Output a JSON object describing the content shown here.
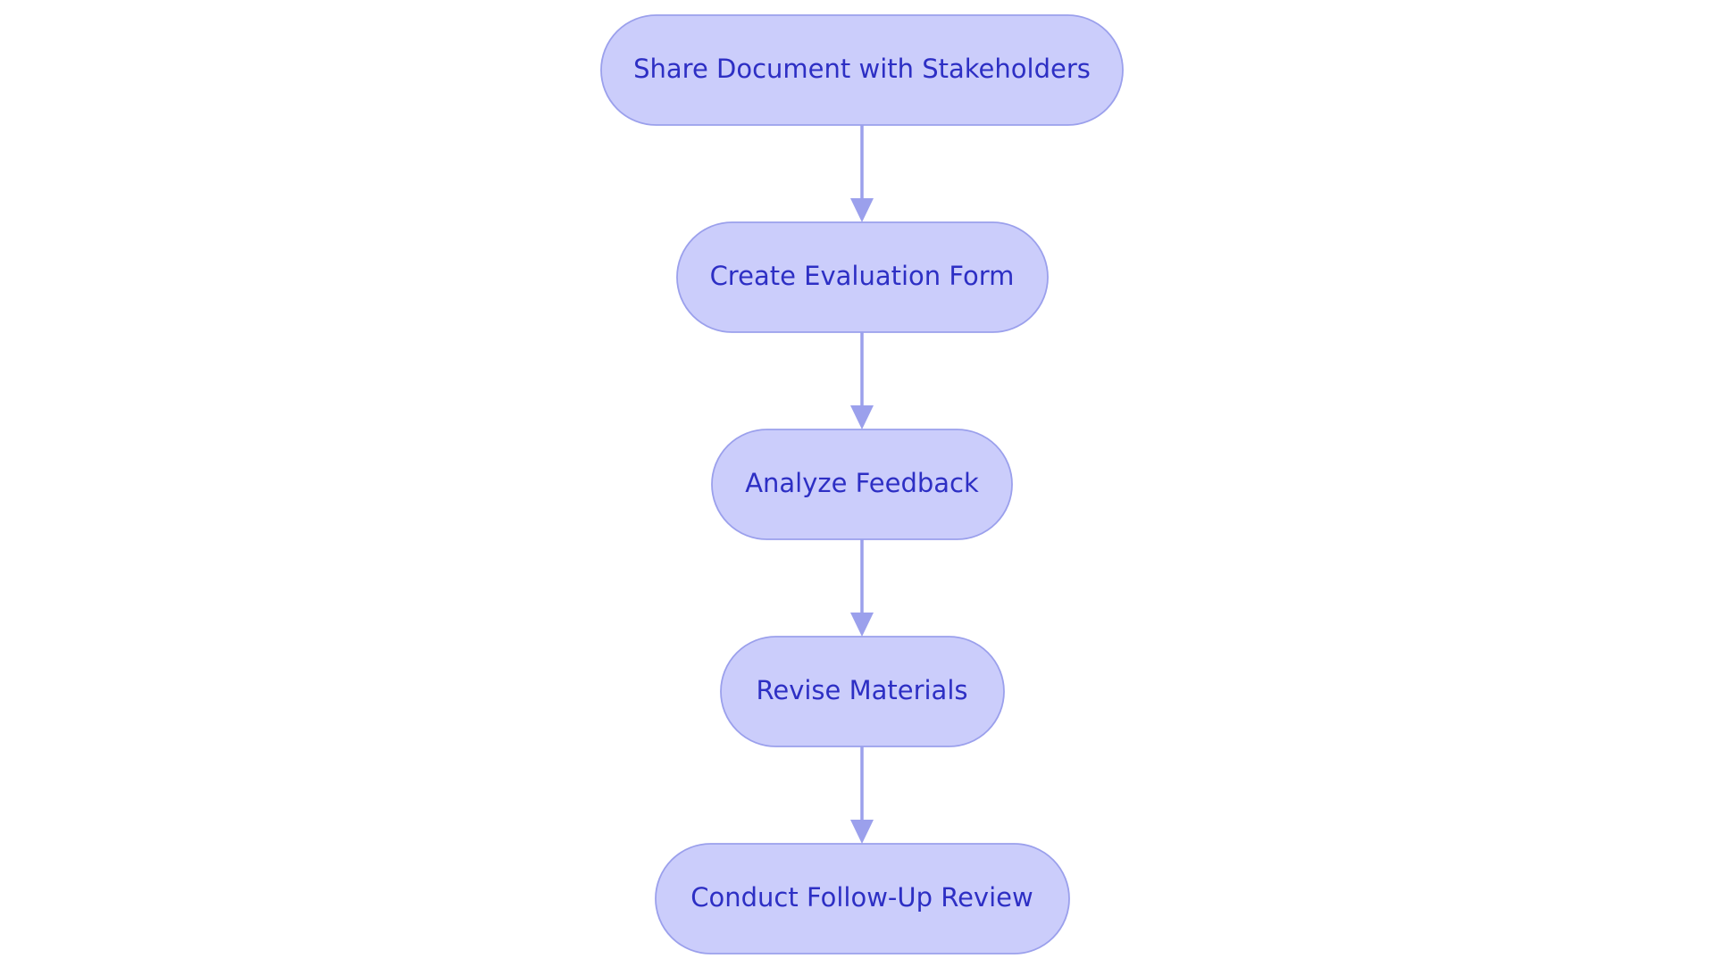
{
  "diagram": {
    "type": "vertical-flowchart",
    "colors": {
      "node_fill": "#cbcdfb",
      "node_border": "#9ba0ec",
      "node_text": "#2d2fc4",
      "edge": "#9ba0ec"
    },
    "nodes": [
      {
        "id": "share",
        "label": "Share Document with Stakeholders"
      },
      {
        "id": "form",
        "label": "Create Evaluation Form"
      },
      {
        "id": "analyze",
        "label": "Analyze Feedback"
      },
      {
        "id": "revise",
        "label": "Revise Materials"
      },
      {
        "id": "followup",
        "label": "Conduct Follow-Up Review"
      }
    ],
    "edges": [
      {
        "from": "share",
        "to": "form"
      },
      {
        "from": "form",
        "to": "analyze"
      },
      {
        "from": "analyze",
        "to": "revise"
      },
      {
        "from": "revise",
        "to": "followup"
      }
    ]
  }
}
